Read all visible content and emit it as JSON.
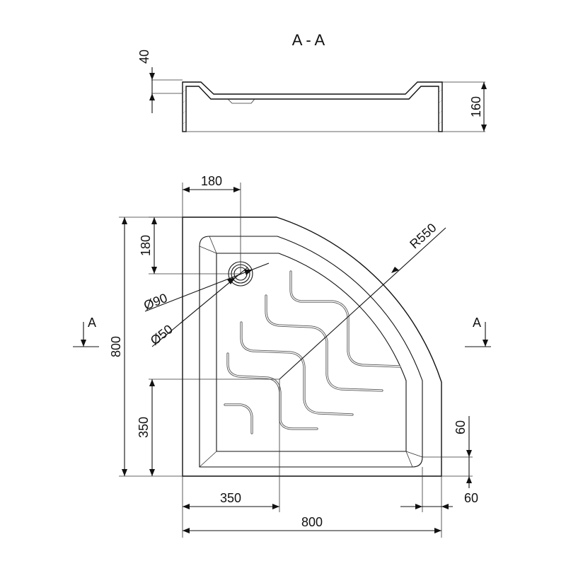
{
  "section_title": "A - A",
  "section_marks": {
    "left": "A",
    "right": "A"
  },
  "dimensions": {
    "rim_height": "40",
    "total_height": "160",
    "drain_x": "180",
    "drain_y": "180",
    "drain_outer": "Ø90",
    "drain_inner": "Ø50",
    "radius": "R550",
    "height_800": "800",
    "left_350": "350",
    "bottom_350": "350",
    "width_800": "800",
    "right_60_vertical": "60",
    "right_60_horizontal": "60"
  }
}
